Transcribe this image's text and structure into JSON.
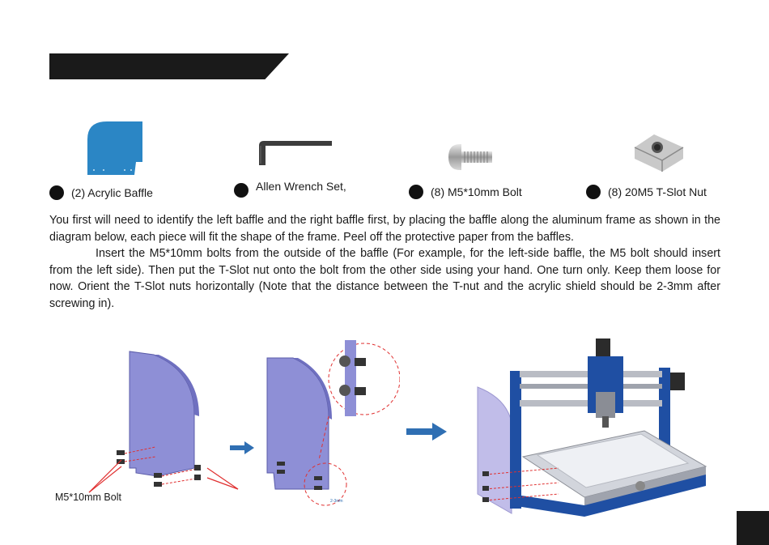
{
  "parts": [
    {
      "label": "(2) Acrylic Baffle",
      "icon": "acrylic-baffle-icon"
    },
    {
      "label": "Allen Wrench Set,",
      "icon": "allen-wrench-icon"
    },
    {
      "label": "(8) M5*10mm Bolt",
      "icon": "bolt-icon"
    },
    {
      "label": "(8) 20M5 T-Slot Nut",
      "icon": "t-slot-nut-icon"
    }
  ],
  "body": {
    "paragraph1": "You first will need to identify the left baffle and the right baffle first, by placing the baffle along the aluminum frame as shown in the diagram below, each piece will fit the shape of the frame. Peel off the protective paper from the baffles.",
    "paragraph2": "Insert the M5*10mm bolts from the outside of the baffle (For example, for the left-side baffle, the M5 bolt should insert from the left side). Then put the T-Slot nut onto the bolt from the other side using your hand. One turn only. Keep them loose for now. Orient the T-Slot nuts horizontally (Note that the distance between the T-nut and the acrylic shield should be 2-3mm after screwing in)."
  },
  "figure": {
    "bolt_callout": "M5*10mm Bolt",
    "detail_label": "2-3mm"
  },
  "colors": {
    "header": "#1a1a1a",
    "baffle_blue": "#2b86c5",
    "acrylic_purple": "#8e8fd6",
    "frame_blue": "#1f4fa3",
    "arrow_blue": "#2f6fb3",
    "dashed_red": "#e03030"
  }
}
